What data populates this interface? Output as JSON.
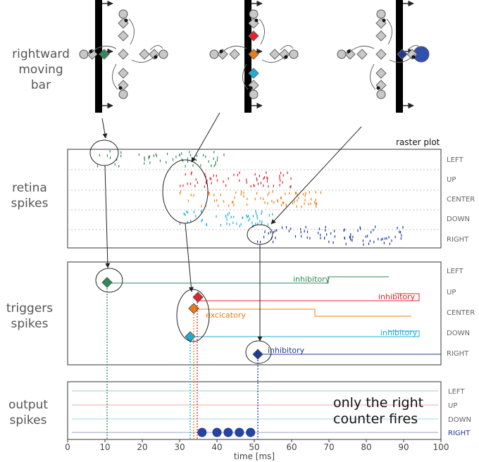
{
  "section_labels": {
    "bar": [
      "rightward",
      "moving",
      "bar"
    ],
    "retina": [
      "retina",
      "spikes"
    ],
    "triggers": [
      "triggers",
      "spikes"
    ],
    "output": [
      "output",
      "spikes"
    ]
  },
  "raster_title": "raster plot",
  "rows": {
    "retina": [
      "LEFT",
      "UP",
      "CENTER",
      "DOWN",
      "RIGHT"
    ],
    "triggers": [
      "LEFT",
      "UP",
      "CENTER",
      "DOWN",
      "RIGHT"
    ],
    "output": [
      "LEFT",
      "UP",
      "DOWN",
      "RIGHT"
    ]
  },
  "connection_labels": {
    "left": "inhibitory",
    "up": "inhibitory",
    "center": "excicatory",
    "down": "inhibitory",
    "right": "inhibitory"
  },
  "annotation": [
    "only the right",
    "counter fires"
  ],
  "axis": {
    "xlabel": "time [ms]",
    "ticks": [
      "0",
      "10",
      "20",
      "30",
      "40",
      "50",
      "60",
      "70",
      "80",
      "90",
      "100"
    ]
  },
  "colors": {
    "left": "#2e8b57",
    "up": "#e8202a",
    "center": "#f07c10",
    "down": "#1aaed8",
    "right": "#1f3a93"
  },
  "chart_data": {
    "type": "scatter",
    "xlim": [
      0,
      100
    ],
    "retina_spike_ranges_ms": {
      "LEFT": [
        8,
        42
      ],
      "UP": [
        30,
        60
      ],
      "CENTER": [
        30,
        68
      ],
      "DOWN": [
        30,
        55
      ],
      "RIGHT": [
        50,
        90
      ]
    },
    "trigger_times_ms": {
      "LEFT": 11,
      "UP": 35,
      "CENTER": 34,
      "DOWN": 33,
      "RIGHT": 51
    },
    "output_right_spikes_ms": [
      36,
      40,
      43,
      46,
      49
    ]
  }
}
